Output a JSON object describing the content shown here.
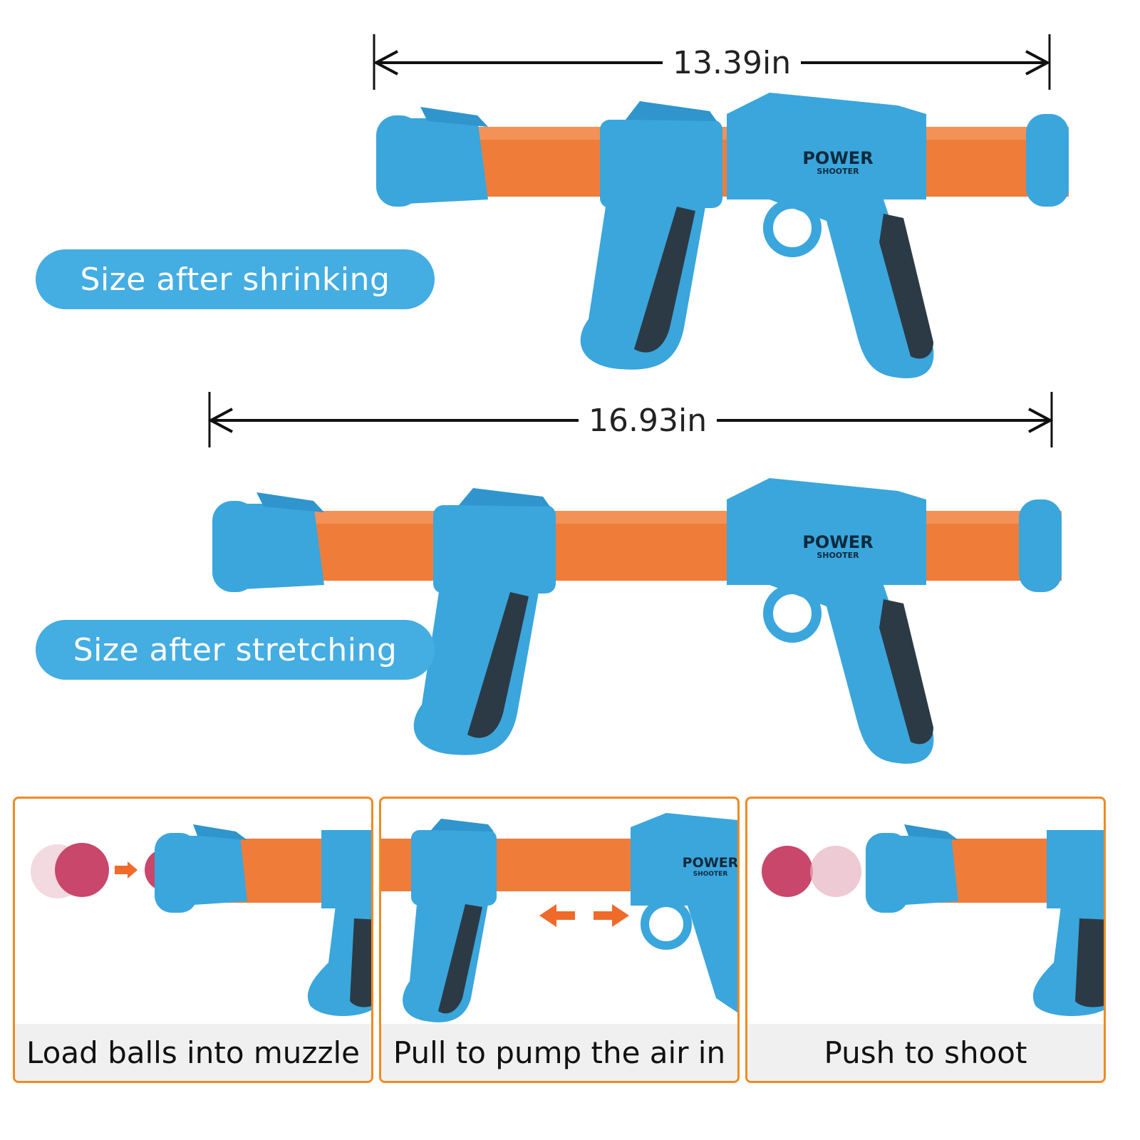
{
  "dimensions": {
    "shrunk_length": "13.39in",
    "stretched_length": "16.93in"
  },
  "labels": {
    "shrink": "Size after shrinking",
    "stretch": "Size after stretching"
  },
  "brand": {
    "name": "POWER",
    "sub": "SHOOTER"
  },
  "steps": [
    {
      "caption": "Load balls into muzzle"
    },
    {
      "caption": "Pull to pump the air in"
    },
    {
      "caption": "Push to shoot"
    }
  ],
  "colors": {
    "body": "#3aa6dc",
    "tube": "#f07c3a",
    "grip": "#2c3a46",
    "ball": "#c8476a",
    "arrow": "#f06a2a",
    "panel_border": "#f08a24",
    "pill": "#44ade2"
  }
}
